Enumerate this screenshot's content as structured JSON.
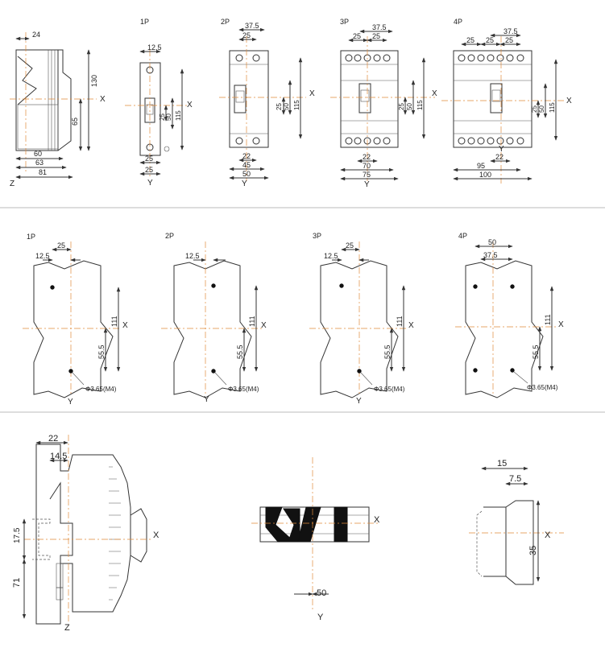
{
  "front": {
    "side": {
      "d24": "24",
      "d130": "130",
      "d65": "65",
      "d60": "60",
      "d63": "63",
      "d81": "81",
      "x": "X",
      "z": "Z"
    },
    "p1": {
      "title": "1P",
      "d125": "12.5",
      "d25v": "25",
      "d50": "50",
      "d115": "115",
      "d25a": "25",
      "d25b": "25",
      "x": "X",
      "y": "Y"
    },
    "p2": {
      "title": "2P",
      "d375": "37.5",
      "d25": "25",
      "d25v": "25",
      "d50": "50",
      "d115": "115",
      "d22": "22",
      "d45": "45",
      "d50b": "50",
      "x": "X",
      "y": "Y"
    },
    "p3": {
      "title": "3P",
      "d375": "37.5",
      "d25a": "25",
      "d25b": "25",
      "d25v": "25",
      "d50": "50",
      "d115": "115",
      "d22": "22",
      "d70": "70",
      "d75": "75",
      "x": "X",
      "y": "Y"
    },
    "p4": {
      "title": "4P",
      "d375": "37.5",
      "d25a": "25",
      "d25b": "25",
      "d25c": "25",
      "d25v": "25",
      "d50": "50",
      "d115": "115",
      "d22": "22",
      "d95": "95",
      "d100": "100",
      "x": "X",
      "y": "Y"
    }
  },
  "mount": {
    "m1": {
      "title": "1P",
      "d25": "25",
      "d125": "12.5",
      "d111": "111",
      "d555": "55.5",
      "hole": "Φ3.65(M4)",
      "x": "X",
      "y": "Y"
    },
    "m2": {
      "title": "2P",
      "d125": "12.5",
      "d111": "111",
      "d555": "55.5",
      "hole": "Φ3.65(M4)",
      "x": "X",
      "y": "Y"
    },
    "m3": {
      "title": "3P",
      "d25": "25",
      "d125": "12.5",
      "d111": "111",
      "d555": "55.5",
      "hole": "Φ3.65(M4)",
      "x": "X",
      "y": "Y"
    },
    "m4": {
      "title": "4P",
      "d50": "50",
      "d375": "37.5",
      "d111": "111",
      "d555": "55.5",
      "hole": "Φ3.65(M4)",
      "x": "X",
      "y": "Y"
    }
  },
  "bottom": {
    "din_side": {
      "d22": "22",
      "d145": "14.5",
      "d175": "17.5",
      "d71": "71",
      "x": "X",
      "z": "Z"
    },
    "clip": {
      "d50": "50",
      "x": "X",
      "y": "Y"
    },
    "rail": {
      "d15": "15",
      "d75": "7.5",
      "d35": "35",
      "x": "X"
    }
  }
}
